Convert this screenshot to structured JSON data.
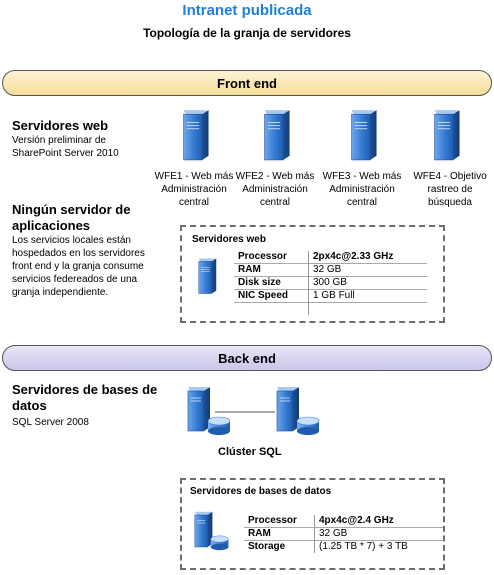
{
  "title": "Intranet publicada",
  "subtitle": "Topología de la granja de servidores",
  "front_end": {
    "band_label": "Front end",
    "web_servers": {
      "heading": "Servidores web",
      "description": "Versión preliminar de SharePoint Server 2010"
    },
    "servers": [
      {
        "label": "WFE1 - Web más Administración central"
      },
      {
        "label": "WFE2 - Web más Administración central"
      },
      {
        "label": "WFE3 - Web más Administración central"
      },
      {
        "label": "WFE4 - Objetivo rastreo de búsqueda"
      }
    ],
    "app_servers": {
      "heading": "Ningún servidor de aplicaciones",
      "description": "Los servicios locales están hospedados en los servidores front end y la granja consume servicios federeados de una granja independiente."
    },
    "spec_box": {
      "title": "Servidores web",
      "rows": [
        {
          "key": "Processor",
          "value": "2px4c@2.33 GHz"
        },
        {
          "key": "RAM",
          "value": "32 GB"
        },
        {
          "key": "Disk size",
          "value": "300 GB"
        },
        {
          "key": "NIC Speed",
          "value": "1 GB Full"
        },
        {
          "key": "",
          "value": ""
        }
      ]
    }
  },
  "back_end": {
    "band_label": "Back end",
    "db_servers": {
      "heading": "Servidores de bases de datos",
      "description": "SQL Server 2008"
    },
    "cluster_label": "Clúster SQL",
    "spec_box": {
      "title": "Servidores de bases de datos",
      "rows": [
        {
          "key": "Processor",
          "value": "4px4c@2.4 GHz"
        },
        {
          "key": "RAM",
          "value": "32 GB"
        },
        {
          "key": "Storage",
          "value": "(1.25 TB * 7) + 3 TB"
        }
      ]
    }
  },
  "colors": {
    "title": "#1f7ee0",
    "server_blue": "#2b6fc4",
    "front_band": "#f5dc96",
    "back_band": "#c9c6ea"
  }
}
